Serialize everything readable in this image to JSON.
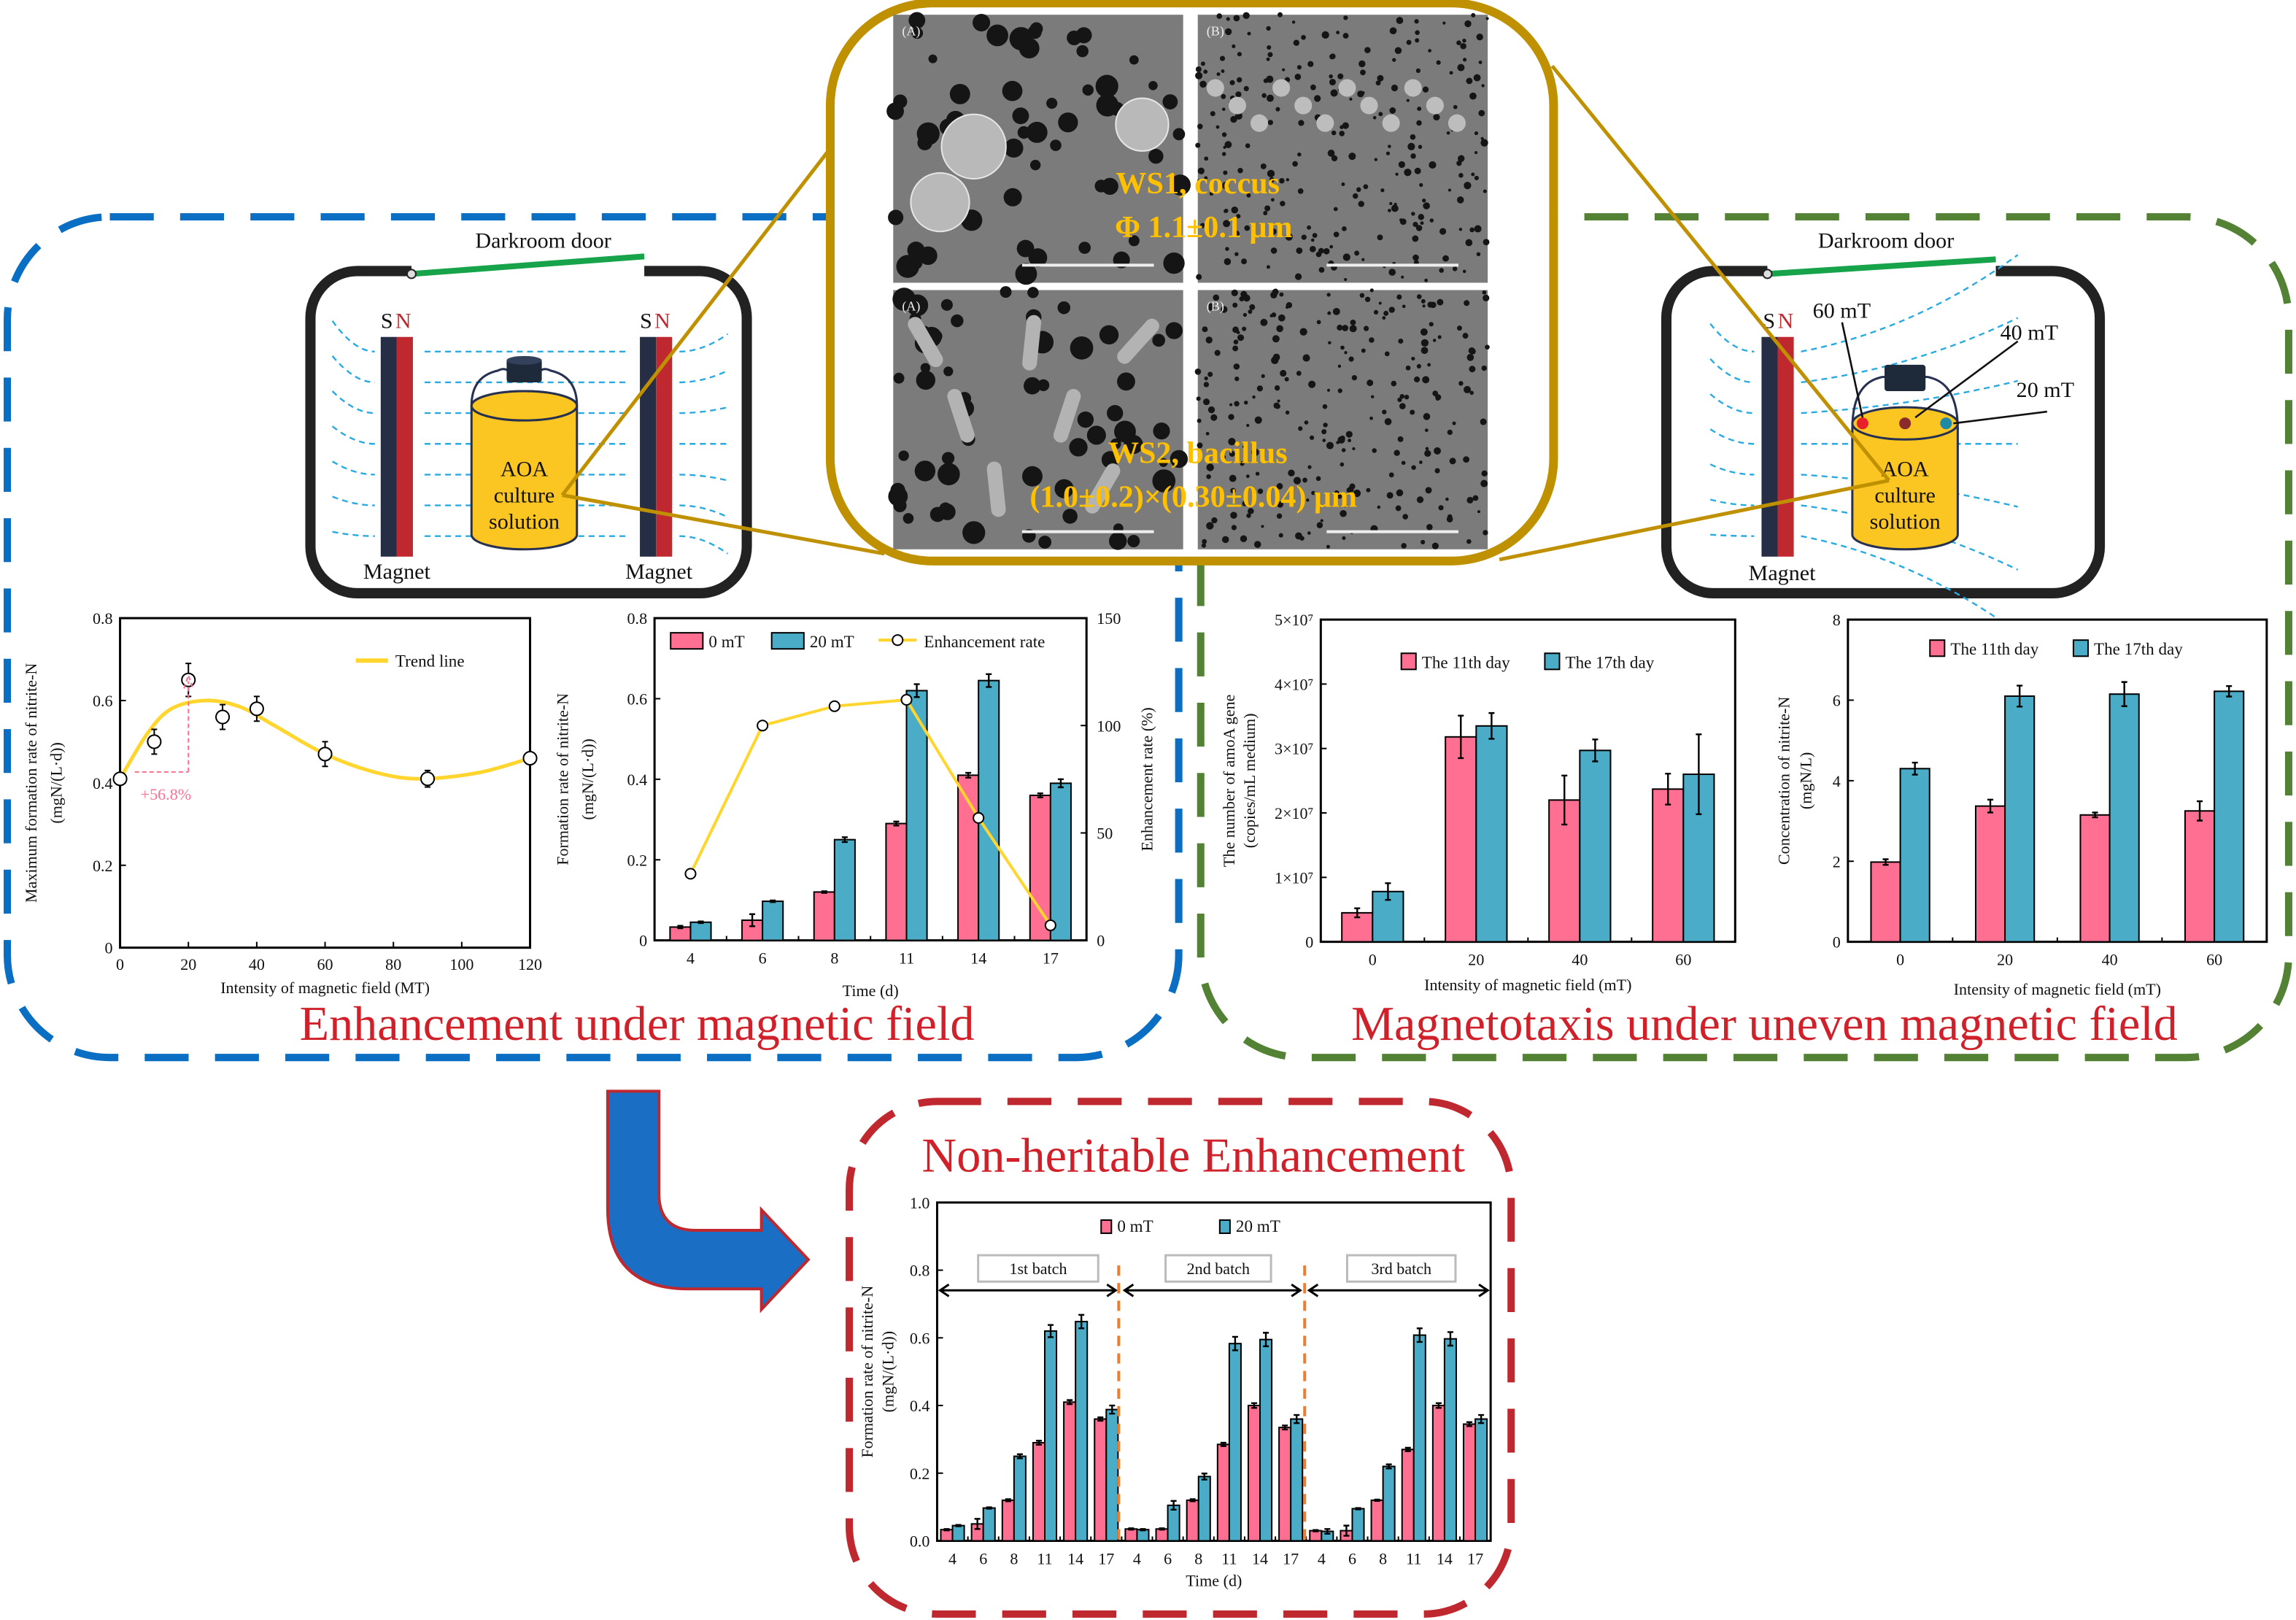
{
  "titles": {
    "enhancement": "Enhancement under magnetic field",
    "magnetotaxis": "Magnetotaxis under uneven magnetic field",
    "nonheritable": "Non-heritable Enhancement"
  },
  "diagram_left": {
    "door": "Darkroom door",
    "pole_s": "S",
    "pole_n": "N",
    "magnet": "Magnet",
    "bottle": [
      "AOA",
      "culture",
      "solution"
    ]
  },
  "diagram_right": {
    "door": "Darkroom door",
    "pole_s": "S",
    "pole_n": "N",
    "magnet": "Magnet",
    "bottle": [
      "AOA",
      "culture",
      "solution"
    ],
    "field_labels": [
      "60 mT",
      "40 mT",
      "20 mT"
    ]
  },
  "sem": {
    "panel_labels": [
      "(A)",
      "(B)",
      "(A)",
      "(B)"
    ],
    "ws1": [
      "WS1, coccus",
      "Φ 1.1±0.1 μm"
    ],
    "ws2": [
      "WS2, bacillus",
      "(1.0±0.2)×(0.30±0.04) μm"
    ]
  },
  "colors": {
    "pink": "#ff6f91",
    "teal": "#4aacc6",
    "yellow": "#ffd52e",
    "blue_frame": "#0a6fc2",
    "green_frame": "#548235",
    "red_frame": "#c0282f",
    "gold": "#bf9000",
    "title_red": "#d0202a"
  },
  "chart_data": [
    {
      "type": "scatter",
      "xlabel": "Intensity of magnetic field (MT)",
      "ylabel": [
        "Maximum formation rate of nitrite-N",
        "(mgN/(L·d))"
      ],
      "xlim": [
        0,
        120
      ],
      "ylim": [
        0,
        0.8
      ],
      "x_ticks": [
        0,
        20,
        40,
        60,
        80,
        100,
        120
      ],
      "x_tick_labels": [
        "0",
        "20",
        "40",
        "60",
        "80",
        "100",
        "120"
      ],
      "y_ticks": [
        0,
        0.2,
        0.4,
        0.6,
        0.8
      ],
      "y_tick_labels": [
        "0",
        "0.2",
        "0.4",
        "0.6",
        "0.8"
      ],
      "x": [
        0,
        10,
        20,
        30,
        40,
        60,
        90,
        120
      ],
      "y": [
        0.41,
        0.5,
        0.65,
        0.56,
        0.58,
        0.47,
        0.41,
        0.46
      ],
      "err": [
        0.01,
        0.03,
        0.04,
        0.03,
        0.03,
        0.03,
        0.02,
        0.01
      ],
      "trend_line": {
        "x": [
          0,
          8,
          15,
          25,
          35,
          45,
          60,
          75,
          88,
          105,
          120
        ],
        "y": [
          0.41,
          0.52,
          0.58,
          0.6,
          0.585,
          0.54,
          0.47,
          0.425,
          0.41,
          0.425,
          0.46
        ]
      },
      "legend": [
        "Trend line"
      ],
      "annotation": "+56.8%"
    },
    {
      "type": "bar",
      "xlabel": "Time (d)",
      "ylabel": [
        "Formation rate of nitrite-N",
        "(mgN/(L·d))"
      ],
      "y2label": "Enhancement rate (%)",
      "categories": [
        "4",
        "6",
        "8",
        "11",
        "14",
        "17"
      ],
      "ylim": [
        0,
        0.8
      ],
      "y2lim": [
        0,
        150
      ],
      "y_ticks": [
        0,
        0.2,
        0.4,
        0.6,
        0.8
      ],
      "y_tick_labels": [
        "0",
        "0.2",
        "0.4",
        "0.6",
        "0.8"
      ],
      "y2_ticks": [
        0,
        50,
        100,
        150
      ],
      "y2_tick_labels": [
        "0",
        "50",
        "100",
        "150"
      ],
      "series": [
        {
          "name": "0 mT",
          "values": [
            0.033,
            0.05,
            0.12,
            0.29,
            0.41,
            0.36
          ],
          "err": [
            0.003,
            0.015,
            0.002,
            0.005,
            0.006,
            0.005
          ]
        },
        {
          "name": "20 mT",
          "values": [
            0.045,
            0.097,
            0.25,
            0.62,
            0.645,
            0.39
          ],
          "err": [
            0.002,
            0.002,
            0.006,
            0.016,
            0.016,
            0.01
          ]
        }
      ],
      "line_series": {
        "name": "Enhancement rate",
        "values": [
          31,
          100,
          109,
          112,
          57,
          7
        ],
        "err": [
          0,
          0,
          2,
          0,
          0,
          0
        ]
      }
    },
    {
      "type": "bar",
      "xlabel": "Intensity of magnetic field (mT)",
      "ylabel": [
        "The number of amoA gene",
        "(copies/mL medium)"
      ],
      "categories": [
        "0",
        "20",
        "40",
        "60"
      ],
      "ylim": [
        0,
        50000000
      ],
      "y_ticks": [
        0,
        10000000,
        20000000,
        30000000,
        40000000,
        50000000
      ],
      "y_tick_labels": [
        "0",
        "1×10⁷",
        "2×10⁷",
        "3×10⁷",
        "4×10⁷",
        "5×10⁷"
      ],
      "series": [
        {
          "name": "The 11th day",
          "values": [
            4500000,
            31800000,
            22000000,
            23700000
          ],
          "err": [
            700000,
            3300000,
            3800000,
            2400000
          ]
        },
        {
          "name": "The 17th day",
          "values": [
            7800000,
            33500000,
            29700000,
            26000000
          ],
          "err": [
            1300000,
            2000000,
            1700000,
            6200000
          ]
        }
      ]
    },
    {
      "type": "bar",
      "xlabel": "Intensity of magnetic field (mT)",
      "ylabel": [
        "Concentration of nitrite-N",
        "(mgN/L)"
      ],
      "categories": [
        "0",
        "20",
        "40",
        "60"
      ],
      "ylim": [
        0,
        8
      ],
      "y_ticks": [
        0,
        2,
        4,
        6,
        8
      ],
      "y_tick_labels": [
        "0",
        "2",
        "4",
        "6",
        "8"
      ],
      "series": [
        {
          "name": "The 11th day",
          "values": [
            1.98,
            3.37,
            3.15,
            3.25
          ],
          "err": [
            0.07,
            0.16,
            0.06,
            0.24
          ]
        },
        {
          "name": "The 17th day",
          "values": [
            4.3,
            6.1,
            6.15,
            6.22
          ],
          "err": [
            0.15,
            0.26,
            0.3,
            0.13
          ]
        }
      ]
    },
    {
      "type": "bar",
      "xlabel": "Time (d)",
      "ylabel": [
        "Formation rate of nitrite-N",
        "(mgN/(L·d))"
      ],
      "categories": [
        "4",
        "6",
        "8",
        "11",
        "14",
        "17",
        "4",
        "6",
        "8",
        "11",
        "14",
        "17",
        "4",
        "6",
        "8",
        "11",
        "14",
        "17"
      ],
      "ylim": [
        0,
        1.0
      ],
      "y_ticks": [
        0,
        0.2,
        0.4,
        0.6,
        0.8,
        1.0
      ],
      "y_tick_labels": [
        "0.0",
        "0.2",
        "0.4",
        "0.6",
        "0.8",
        "1.0"
      ],
      "batches": [
        "1st batch",
        "2nd batch",
        "3rd batch"
      ],
      "series": [
        {
          "name": "0 mT",
          "values": [
            0.033,
            0.05,
            0.12,
            0.29,
            0.41,
            0.36,
            0.035,
            0.035,
            0.12,
            0.285,
            0.4,
            0.335,
            0.03,
            0.03,
            0.12,
            0.27,
            0.4,
            0.345
          ],
          "err": [
            0.002,
            0.015,
            0.003,
            0.006,
            0.006,
            0.005,
            0.002,
            0.002,
            0.003,
            0.005,
            0.007,
            0.006,
            0.002,
            0.015,
            0.002,
            0.005,
            0.007,
            0.006
          ]
        },
        {
          "name": "20 mT",
          "values": [
            0.045,
            0.097,
            0.25,
            0.62,
            0.648,
            0.388,
            0.033,
            0.105,
            0.19,
            0.583,
            0.595,
            0.36,
            0.028,
            0.095,
            0.22,
            0.608,
            0.597,
            0.36
          ],
          "err": [
            0.002,
            0.002,
            0.006,
            0.018,
            0.02,
            0.012,
            0.002,
            0.013,
            0.009,
            0.02,
            0.02,
            0.012,
            0.007,
            0.002,
            0.006,
            0.02,
            0.02,
            0.012
          ]
        }
      ]
    }
  ]
}
